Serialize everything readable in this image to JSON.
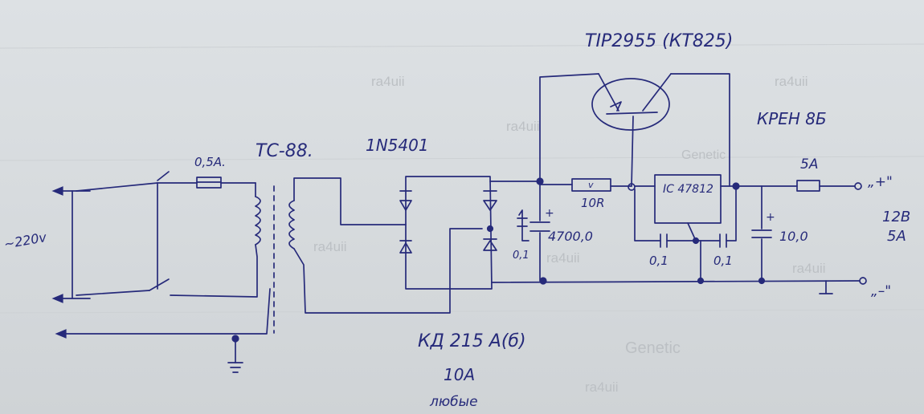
{
  "labels": {
    "transistor": "TIP2955 (КТ825)",
    "regulator_name": "КРЕН 8Б",
    "transformer": "ТС-88.",
    "diode_part": "1N5401",
    "fuse_in": "0,5А.",
    "fuse_out": "5А",
    "mains": "~220v",
    "resistor": "10R",
    "resistor_mark": "v",
    "ic": "IC 47812",
    "cap_main": "4700,0",
    "cap_small": "0,1",
    "cap_small_left": "0,1",
    "cap_small_right": "0,1",
    "cap_out": "10,0",
    "plus_terminal": "„+\"",
    "minus_terminal": "„–\"",
    "output_voltage": "12В",
    "output_current": "5А",
    "bridge_alt": "КД 215 А(б)",
    "bridge_current": "10А",
    "bridge_note": "любые",
    "polarity_plus": "+"
  },
  "watermarks": [
    "ra4uii",
    "ra4uii",
    "ra4uii",
    "ra4uii",
    "ra4uii",
    "ra4uii",
    "Genetic",
    "ra4uii",
    "Genetic"
  ]
}
